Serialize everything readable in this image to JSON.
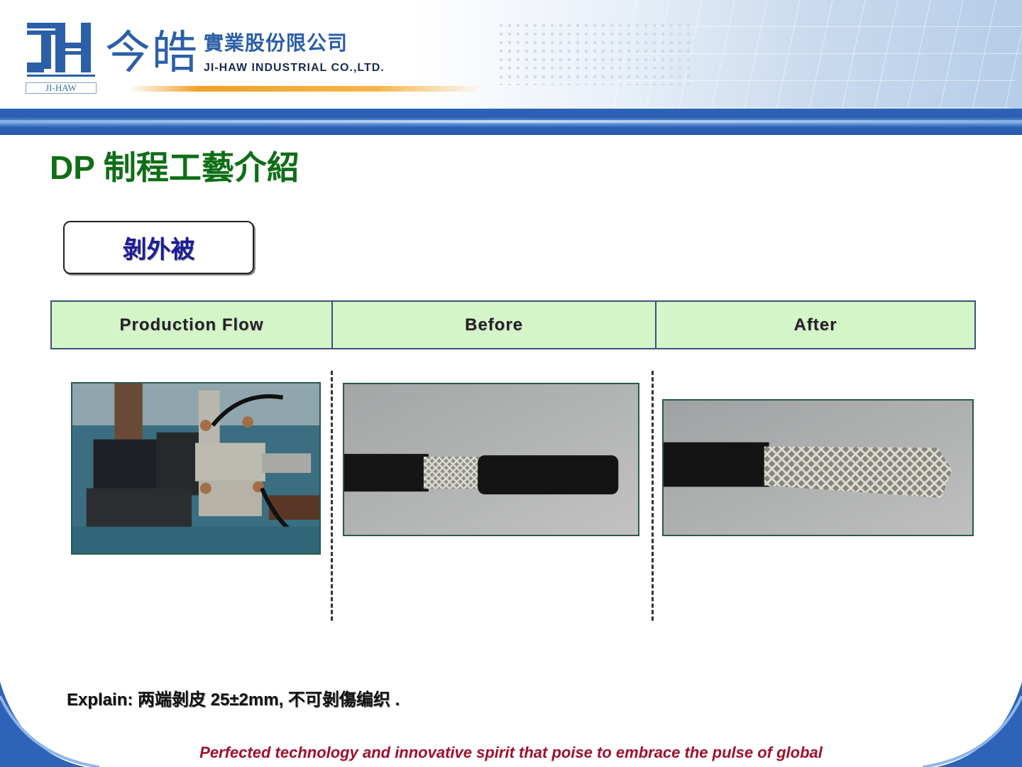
{
  "header": {
    "logo_caption": "JI-HAW",
    "logo_cn": "今皓",
    "company_cn": "實業股份限公司",
    "company_en": "JI-HAW INDUSTRIAL CO.,LTD."
  },
  "page_title": "DP 制程工藝介紹",
  "step_label": "剝外被",
  "flow_table": {
    "columns": [
      "Production Flow",
      "Before",
      "After"
    ]
  },
  "photos": {
    "production_flow": "stripping-machine-photo",
    "before": "cable-before-stripping-photo",
    "after": "cable-after-stripping-photo"
  },
  "explain": "Explain: 两端剝皮 25±2mm, 不可剝傷编织 .",
  "footer": {
    "slogan": "Perfected technology and innovative spirit that poise to embrace the pulse of global"
  },
  "colors": {
    "title": "#0f6e16",
    "brand_blue": "#2b5fa8",
    "table_header_bg": "#d4f5c8",
    "slogan": "#a0102c"
  }
}
